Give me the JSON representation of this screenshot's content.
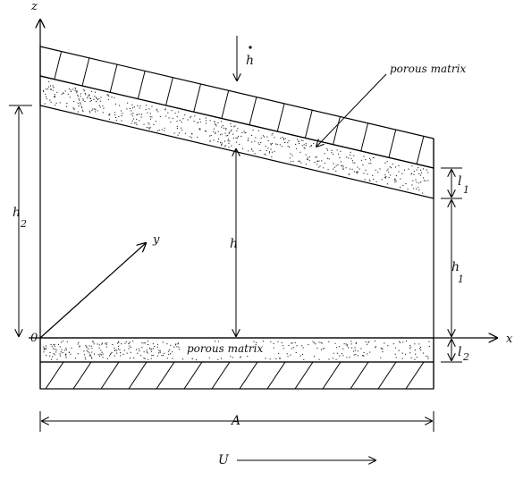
{
  "labels": {
    "z_axis": "z",
    "x_axis": "x",
    "y_axis": "y",
    "origin": "0",
    "h_dot": "h",
    "h": "h",
    "h1": "h",
    "h1_sub": "1",
    "h2": "h",
    "h2_sub": "2",
    "l1": "l",
    "l1_sub": "1",
    "l2": "l",
    "l2_sub": "2",
    "A": "A",
    "U": "U",
    "porous_top": "porous matrix",
    "porous_bottom": "porous matrix"
  }
}
